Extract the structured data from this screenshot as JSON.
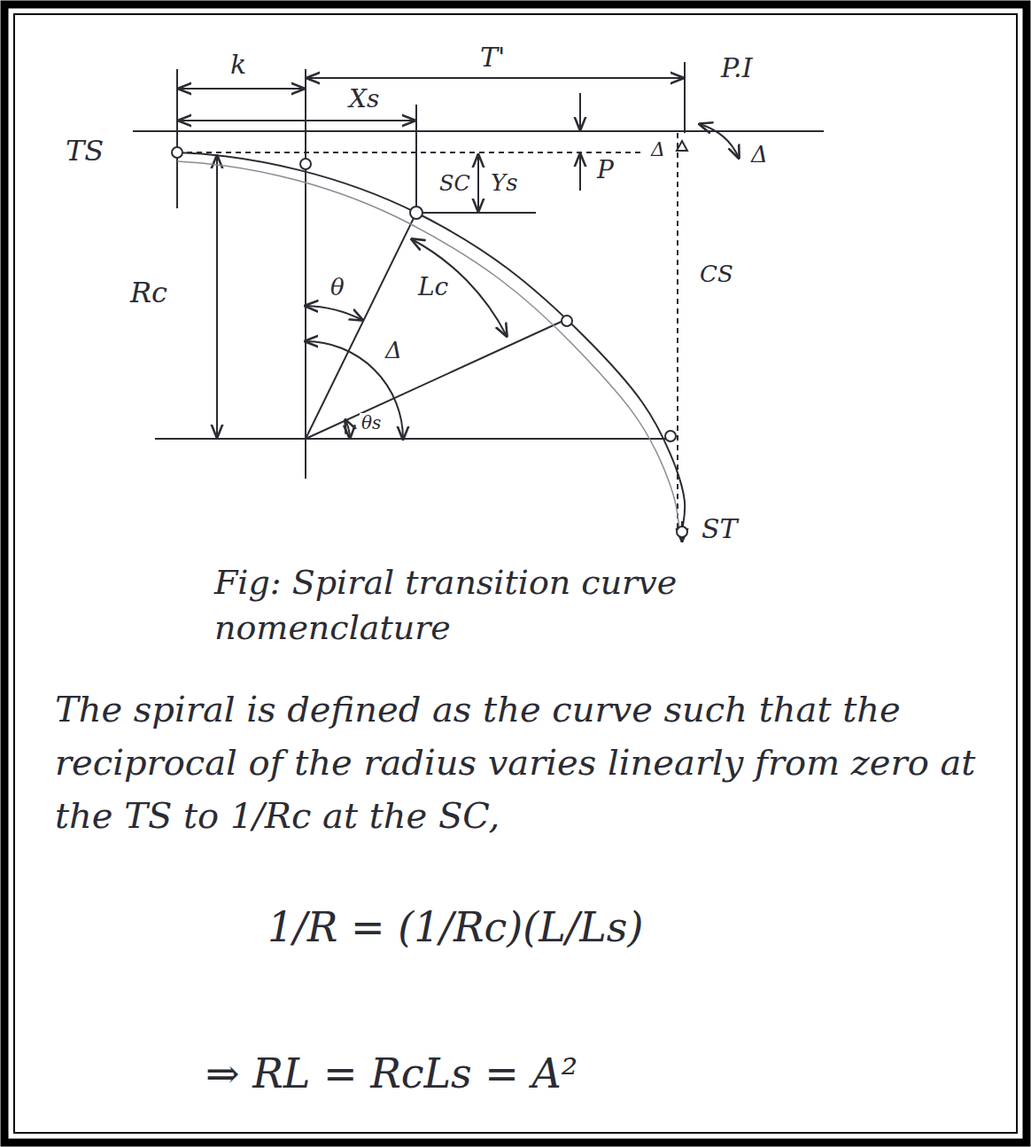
{
  "diagram": {
    "caption": "Fig: Spiral transition curve nomenclature",
    "labels": [
      "k",
      "T'",
      "Xs",
      "P.I",
      "TS",
      "Δ",
      "Δ",
      "SC",
      "Ys",
      "P",
      "Rc",
      "Lc",
      "CS",
      "θ",
      "Δ",
      "θs",
      "ST",
      "The spiral is defined as the curve such that the reciprocal of the radius varies linearly from zero at the TS to 1/Rc at the SC,",
      "1/R = (1/Rc)(L/Ls)",
      "⇒ RL = RcLs = A²"
    ]
  }
}
